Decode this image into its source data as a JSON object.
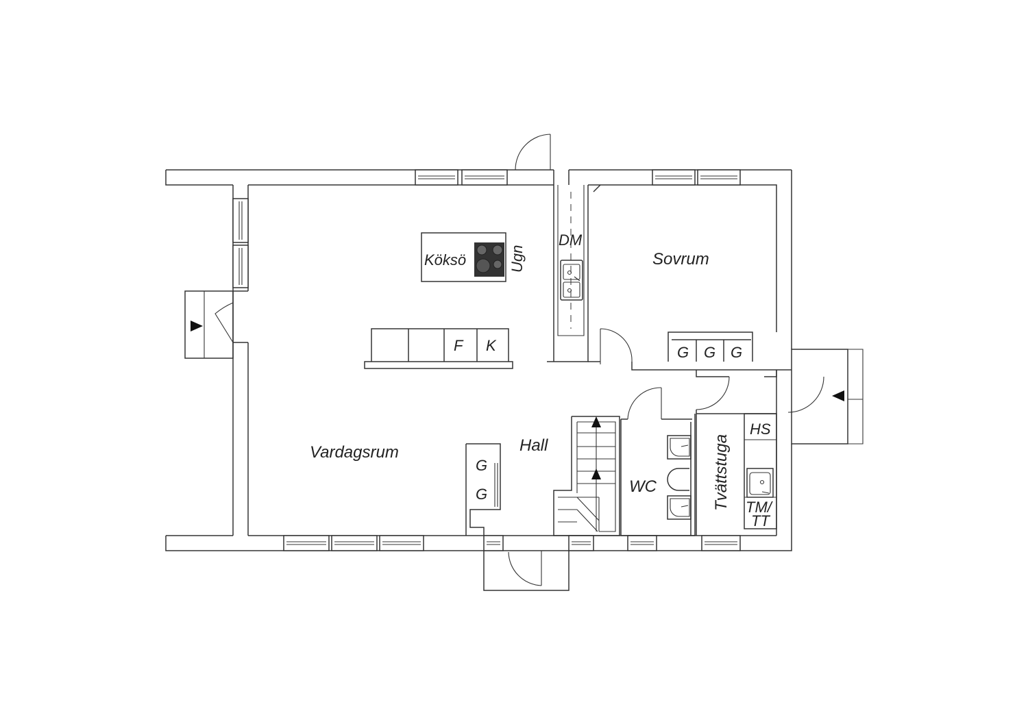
{
  "rooms": {
    "living": "Vardagsrum",
    "hall": "Hall",
    "bedroom": "Sovrum",
    "wc": "WC",
    "laundry": "Tvättstuga"
  },
  "fixtures": {
    "kitchen_island": "Köksö",
    "oven": "Ugn",
    "dishwasher": "DM",
    "fridge": "F",
    "freezer": "K",
    "wardrobe": "G",
    "drying_cabinet": "HS",
    "washer_dryer_line1": "TM/",
    "washer_dryer_line2": "TT"
  },
  "colors": {
    "wall": "#333333",
    "stove": "#333333",
    "background": "#ffffff"
  }
}
